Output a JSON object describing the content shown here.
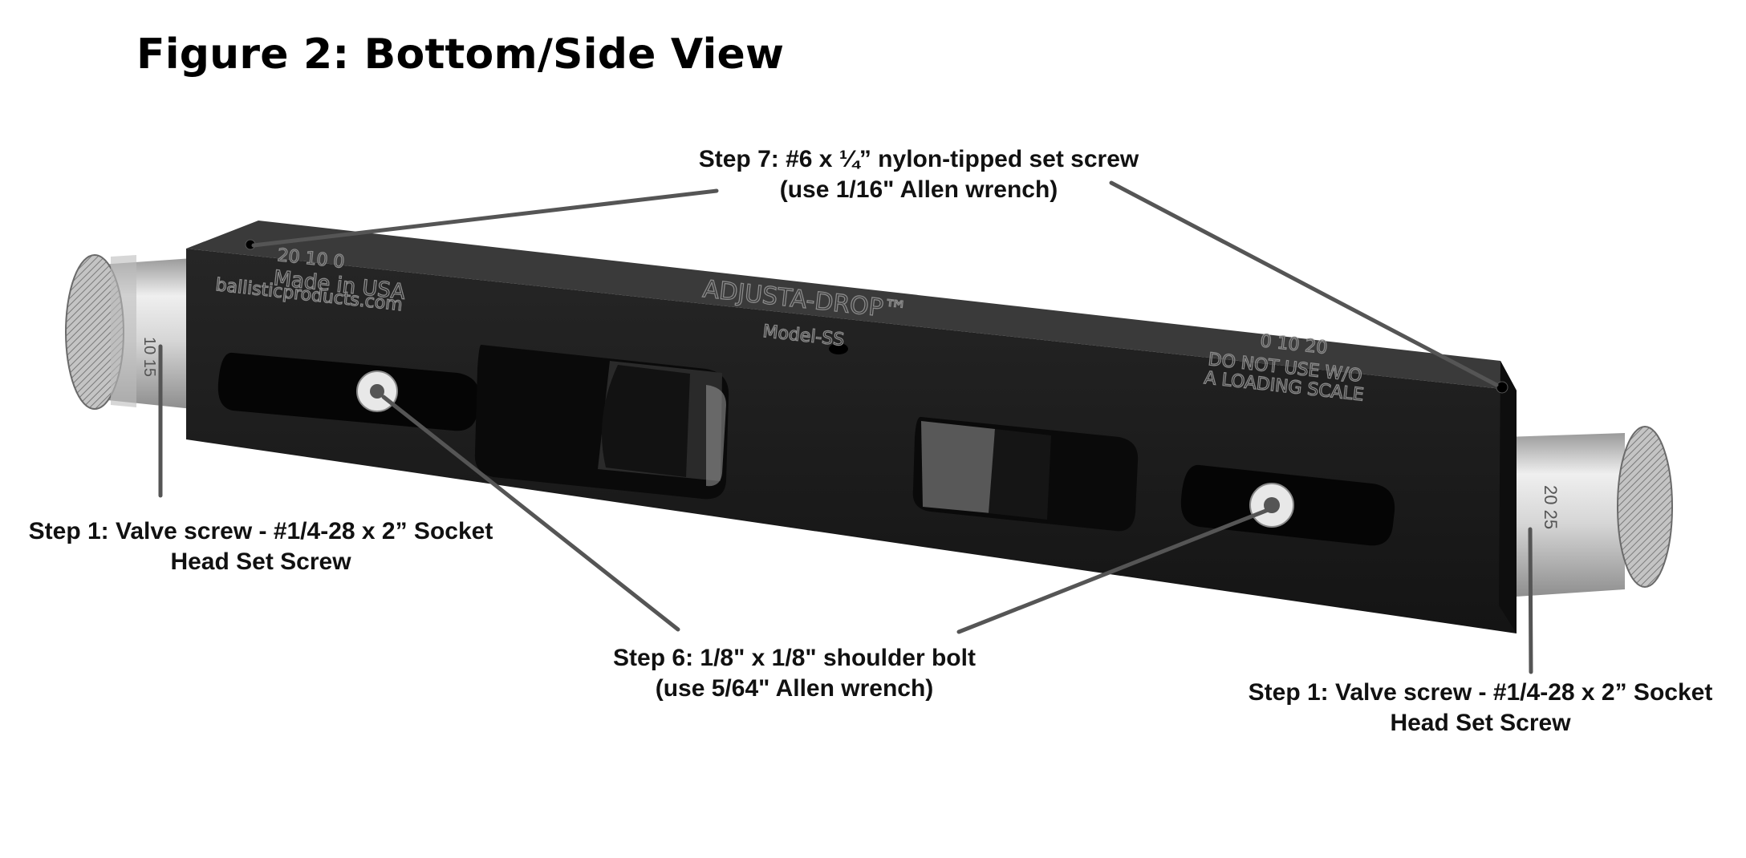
{
  "figure": {
    "title": "Figure 2: Bottom/Side View"
  },
  "callouts": {
    "step7": {
      "line1": "Step 7: #6 x ¼” nylon-tipped set screw",
      "line2": "(use 1/16\" Allen wrench)"
    },
    "step1_left": {
      "line1": "Step 1: Valve screw - #1/4-28 x 2” Socket",
      "line2": "Head Set Screw"
    },
    "step1_right": {
      "line1": "Step 1: Valve screw - #1/4-28 x 2” Socket",
      "line2": "Head Set Screw"
    },
    "step6": {
      "line1": "Step 6: 1/8\" x 1/8\" shoulder bolt",
      "line2": "(use 5/64\" Allen wrench)"
    }
  },
  "engravings": {
    "brand": "ADJUSTA-DROP™",
    "model": "Model-SS",
    "origin": "Made in USA",
    "website": "ballisticproducts.com",
    "scale_left": "20   10   0",
    "scale_right": "0    10    20",
    "warning_line1": "DO NOT USE W/O",
    "warning_line2": "A LOADING SCALE",
    "knob_left_marks": "10  15",
    "knob_right_marks": "20  25"
  },
  "colors": {
    "body_dark": "#1c1c1c",
    "body_top": "#2e2e2e",
    "aluminum": "#cfcfcf",
    "leader": "#555555"
  }
}
